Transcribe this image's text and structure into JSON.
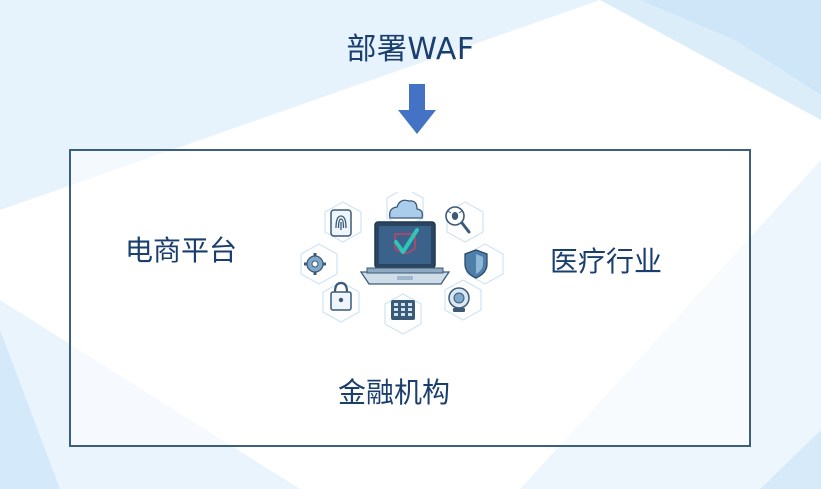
{
  "title": "部署WAF",
  "industries": {
    "ecommerce": "电商平台",
    "medical": "医疗行业",
    "finance": "金融机构"
  },
  "graphic": {
    "center": "laptop-with-check-icon",
    "icons": [
      "fingerprint-icon",
      "cloud-icon",
      "bug-search-icon",
      "gear-icon",
      "shield-icon",
      "padlock-icon",
      "keypad-icon",
      "webcam-icon"
    ]
  },
  "colors": {
    "text": "#1a3f6e",
    "arrow": "#4472c4",
    "panel_border": "#3d5f7e",
    "background_accent": "#d9ecfa",
    "check_accent": "#2ec4b6"
  }
}
